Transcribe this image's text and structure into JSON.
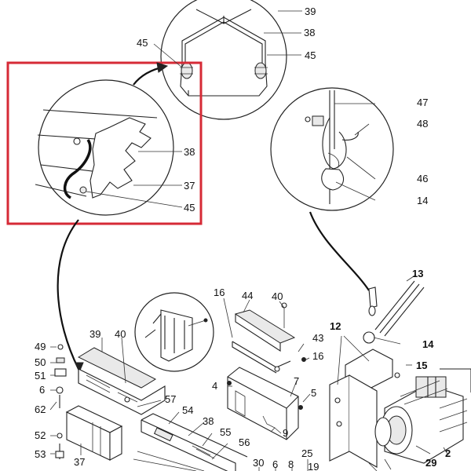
{
  "diagram": {
    "callouts": {
      "c39_top": "39",
      "c38_top": "38",
      "c45_top_left": "45",
      "c45_top_right": "45",
      "c38_mid": "38",
      "c37_mid": "37",
      "c45_mid": "45",
      "c47": "47",
      "c48": "48",
      "c46": "46",
      "c14_upper": "14",
      "c13": "13",
      "c14_lower": "14",
      "c12": "12",
      "c15": "15",
      "c16_a": "16",
      "c44": "44",
      "c40_right": "40",
      "c43": "43",
      "c16_b": "16",
      "c39_low": "39",
      "c40_left": "40",
      "c49": "49",
      "c50": "50",
      "c51": "51",
      "c6_left": "6",
      "c62": "62",
      "c52": "52",
      "c53": "53",
      "c37_low": "37",
      "c57": "57",
      "c54": "54",
      "c38_low": "38",
      "c55": "55",
      "c56": "56",
      "c4": "4",
      "c7": "7",
      "c5": "5",
      "c9": "9",
      "c30": "30",
      "c6_low": "6",
      "c8": "8",
      "c25": "25",
      "c19": "19",
      "c29": "29",
      "c2": "2"
    },
    "highlight_color": "#d62a36",
    "ink_color": "#222222"
  }
}
